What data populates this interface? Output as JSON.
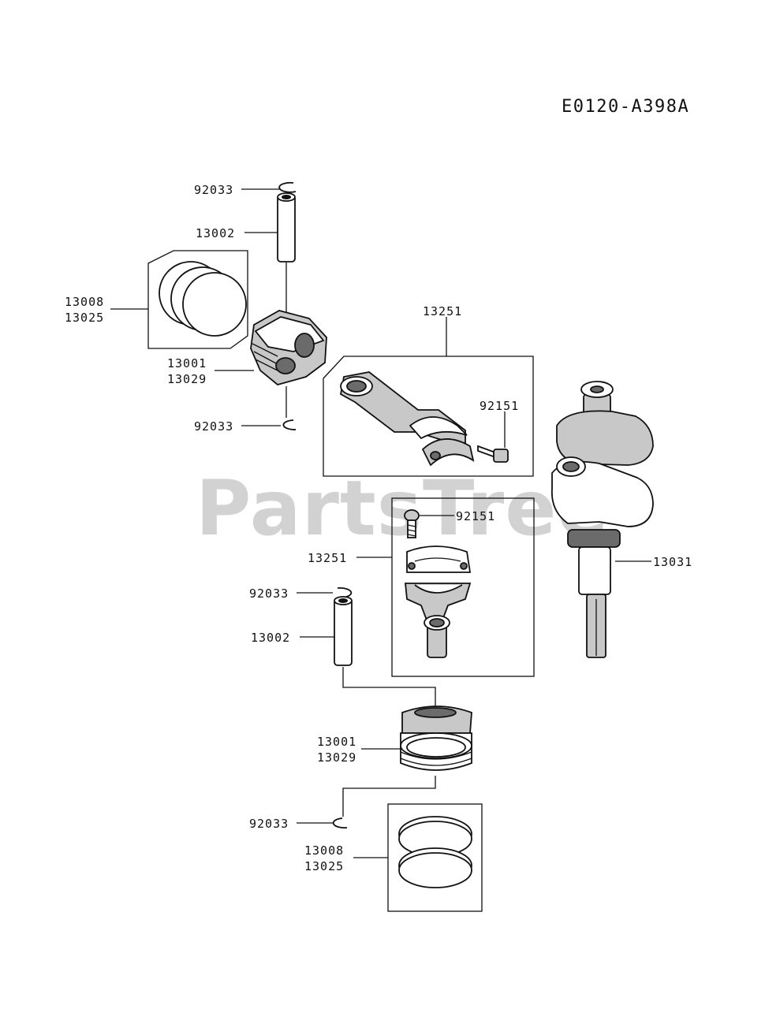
{
  "diagram_code": "E0120-A398A",
  "watermark": "PartsTree",
  "callouts": {
    "circlip_top": "92033",
    "pin_top": "13002",
    "rings_top_a": "13008",
    "rings_top_b": "13025",
    "piston_top_a": "13001",
    "piston_top_b": "13029",
    "circlip_mid": "92033",
    "rod_assy_top": "13251",
    "bolt_top": "92151",
    "bolt_mid": "92151",
    "rod_assy_mid": "13251",
    "crankshaft": "13031",
    "circlip_low": "92033",
    "pin_low": "13002",
    "piston_low_a": "13001",
    "piston_low_b": "13029",
    "circlip_bottom": "92033",
    "rings_low_a": "13008",
    "rings_low_b": "13025"
  }
}
